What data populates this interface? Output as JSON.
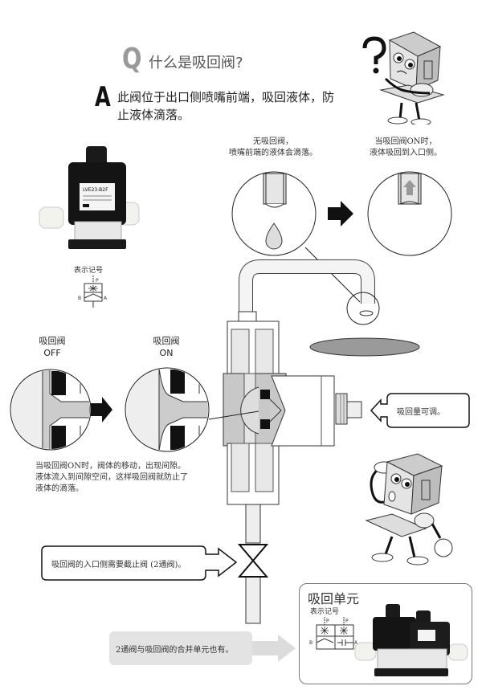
{
  "question": {
    "marker": "Q",
    "text": "什么是吸回阀?"
  },
  "answer": {
    "marker": "A",
    "lines": [
      "此阀位于出口侧喷嘴前端，吸回液体，防",
      "止液体滴落。"
    ]
  },
  "product": {
    "model_label": "LVE23-B2F",
    "symbol_caption": "表示记号",
    "symbol_ports": {
      "p": "P",
      "b": "B",
      "a": "A"
    }
  },
  "nozzle_compare": {
    "without": {
      "lines": [
        "无吸回阀，",
        "喷嘴前端的液体会滴落。"
      ]
    },
    "with": {
      "lines": [
        "当吸回阀ON时，",
        "液体吸回到入口侧。"
      ]
    }
  },
  "valve_states": {
    "off": {
      "title": "吸回阀",
      "state": "OFF"
    },
    "on": {
      "title": "吸回阀",
      "state": "ON"
    },
    "description": [
      "当吸回阀ON时，阀体的移动，出现间隙。",
      "液体流入到间隙空间，这样吸回阀就防止了",
      "液体的滴落。"
    ]
  },
  "callouts": {
    "adjust": "吸回量可调。",
    "stop_valve": "吸回阀的入口侧需要截止阀 (2通阀)。",
    "combined": "2通阀与吸回阀的合并单元也有。"
  },
  "unit": {
    "title": "吸回单元",
    "symbol_caption": "表示记号",
    "symbol_ports": {
      "p1": "P",
      "p2": "P",
      "b": "B",
      "a": "A"
    }
  },
  "colors": {
    "accent_gray": "#9a9a9a",
    "light_gray": "#d8d8d8",
    "dark": "#111111",
    "callout_fill": "#e3e3e3"
  }
}
